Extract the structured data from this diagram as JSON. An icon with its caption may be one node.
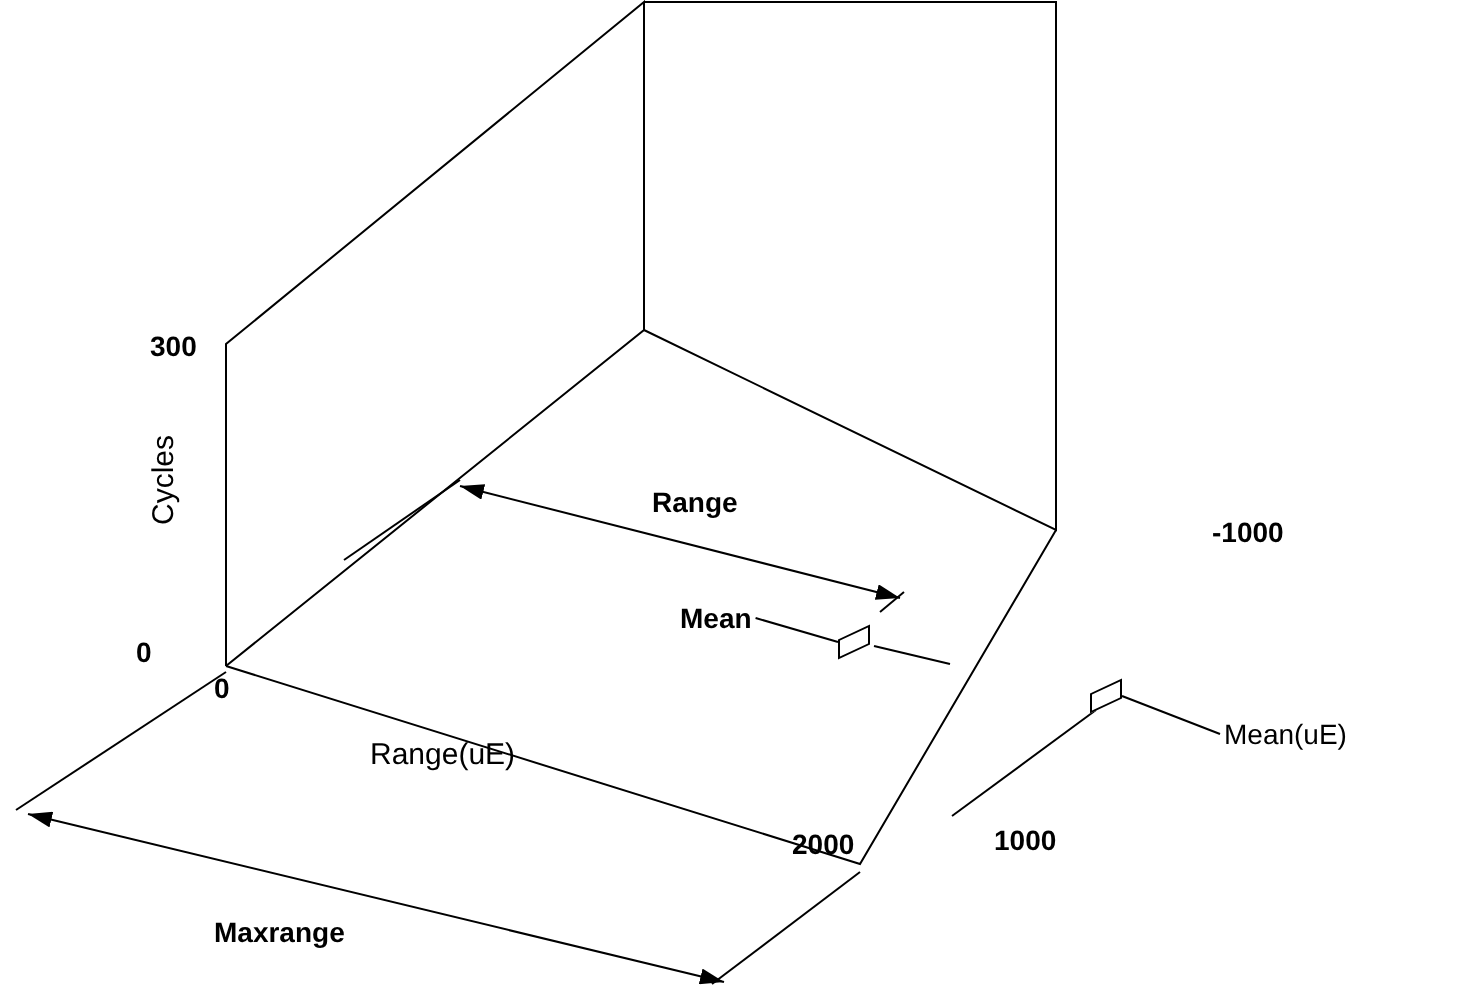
{
  "diagram": {
    "nodes": [
      {
        "text": [
          "Mean"
        ]
      },
      {
        "text": [],
        "shape": "box"
      },
      {
        "text": [
          "Mean(uE)"
        ]
      },
      {
        "text": [],
        "shape": "box"
      }
    ],
    "edges": [
      {
        "from": 0,
        "to": 1,
        "arrow": "none"
      },
      {
        "from": 2,
        "to": 3,
        "arrow": "none"
      }
    ],
    "labels": [
      "300",
      "Cycles",
      "Range",
      "-1000",
      "0",
      "0",
      "Range(uE)",
      "1000",
      "2000",
      "Maxrange"
    ]
  }
}
